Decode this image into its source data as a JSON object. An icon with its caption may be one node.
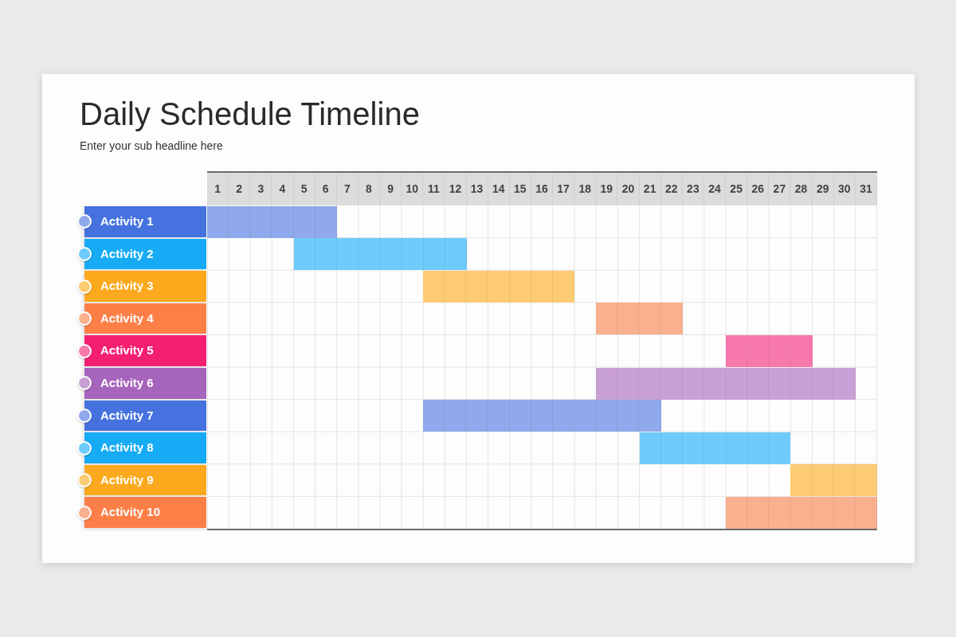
{
  "diagram": {
    "title": "Daily Schedule Timeline",
    "nodes": [
      {
        "text": [
          "Activity 1"
        ]
      },
      {
        "text": [],
        "shape": "bar"
      },
      {
        "text": [
          "Activity 2"
        ]
      },
      {
        "text": [],
        "shape": "bar"
      },
      {
        "text": [
          "Activity 3"
        ]
      },
      {
        "text": [],
        "shape": "bar"
      },
      {
        "text": [
          "Activity 4"
        ]
      },
      {
        "text": [],
        "shape": "bar"
      },
      {
        "text": [
          "Activity 5"
        ]
      },
      {
        "text": [],
        "shape": "bar"
      },
      {
        "text": [
          "Activity 6"
        ]
      },
      {
        "text": [],
        "shape": "bar"
      },
      {
        "text": [
          "Activity 7"
        ]
      },
      {
        "text": [],
        "shape": "bar"
      },
      {
        "text": [
          "Activity 8"
        ]
      },
      {
        "text": [],
        "shape": "bar"
      },
      {
        "text": [
          "Activity 9"
        ]
      },
      {
        "text": [],
        "shape": "bar"
      },
      {
        "text": [
          "Activity 10"
        ]
      },
      {
        "text": [],
        "shape": "bar"
      }
    ],
    "labels": [
      "Enter your sub headline here",
      "1",
      "2",
      "3",
      "4",
      "5",
      "6",
      "7",
      "8",
      "9",
      "10",
      "11",
      "12",
      "13",
      "14",
      "15",
      "16",
      "17",
      "18",
      "19",
      "20",
      "21",
      "22",
      "23",
      "24",
      "25",
      "26",
      "27",
      "28",
      "29",
      "30",
      "31"
    ]
  }
}
